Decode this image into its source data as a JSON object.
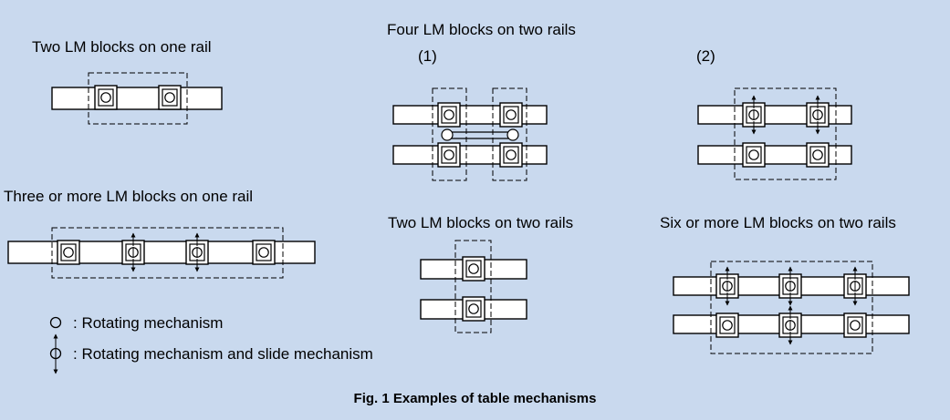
{
  "labels": {
    "two_blocks_one_rail": "Two LM blocks on one rail",
    "four_blocks_two_rails": "Four LM blocks on two rails",
    "variant_1": "(1)",
    "variant_2": "(2)",
    "three_or_more_one_rail": "Three or more LM blocks on one rail",
    "two_blocks_two_rails": "Two LM blocks on two rails",
    "six_or_more_two_rails": "Six or more LM blocks on two rails"
  },
  "legend": {
    "rotating_icon": "circle-symbol",
    "rotating": ": Rotating mechanism",
    "rotating_slide_icon": "circle-with-double-arrow-symbol",
    "rotating_slide": ": Rotating mechanism and slide mechanism"
  },
  "caption": "Fig. 1 Examples of table mechanisms",
  "colors": {
    "background": "#c9d9ee",
    "rail_fill": "#ffffff",
    "line": "#000000"
  }
}
